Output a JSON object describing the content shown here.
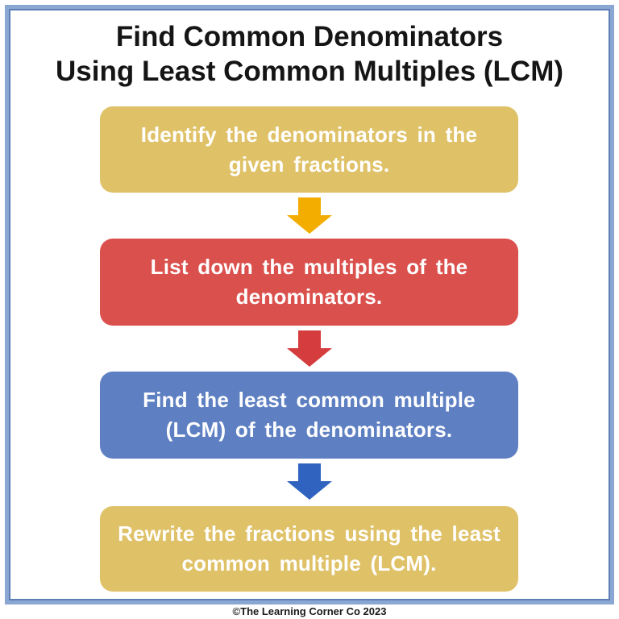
{
  "page": {
    "title_line1": "Find Common Denominators",
    "title_line2": "Using Least Common Multiples (LCM)",
    "footer": "©The Learning Corner Co 2023",
    "background_color": "#ffffff",
    "border_color": "#8aa6d3",
    "border_inner_color": "#5d7fb6",
    "title_color": "#151515"
  },
  "steps": [
    {
      "label": "Identify the denominators in the given fractions.",
      "box_color": "#dfc167",
      "text_color": "#ffffff",
      "arrow_color": "#f3ad01"
    },
    {
      "label": "List down the multiples of the denominators.",
      "box_color": "#da504d",
      "text_color": "#ffffff",
      "arrow_color": "#d53c3e"
    },
    {
      "label": "Find the least common multiple (LCM) of the denominators.",
      "box_color": "#5e80c2",
      "text_color": "#ffffff",
      "arrow_color": "#2f63bf"
    },
    {
      "label": "Rewrite the fractions using the least common multiple (LCM).",
      "box_color": "#dfc167",
      "text_color": "#ffffff",
      "arrow_color": null
    }
  ]
}
